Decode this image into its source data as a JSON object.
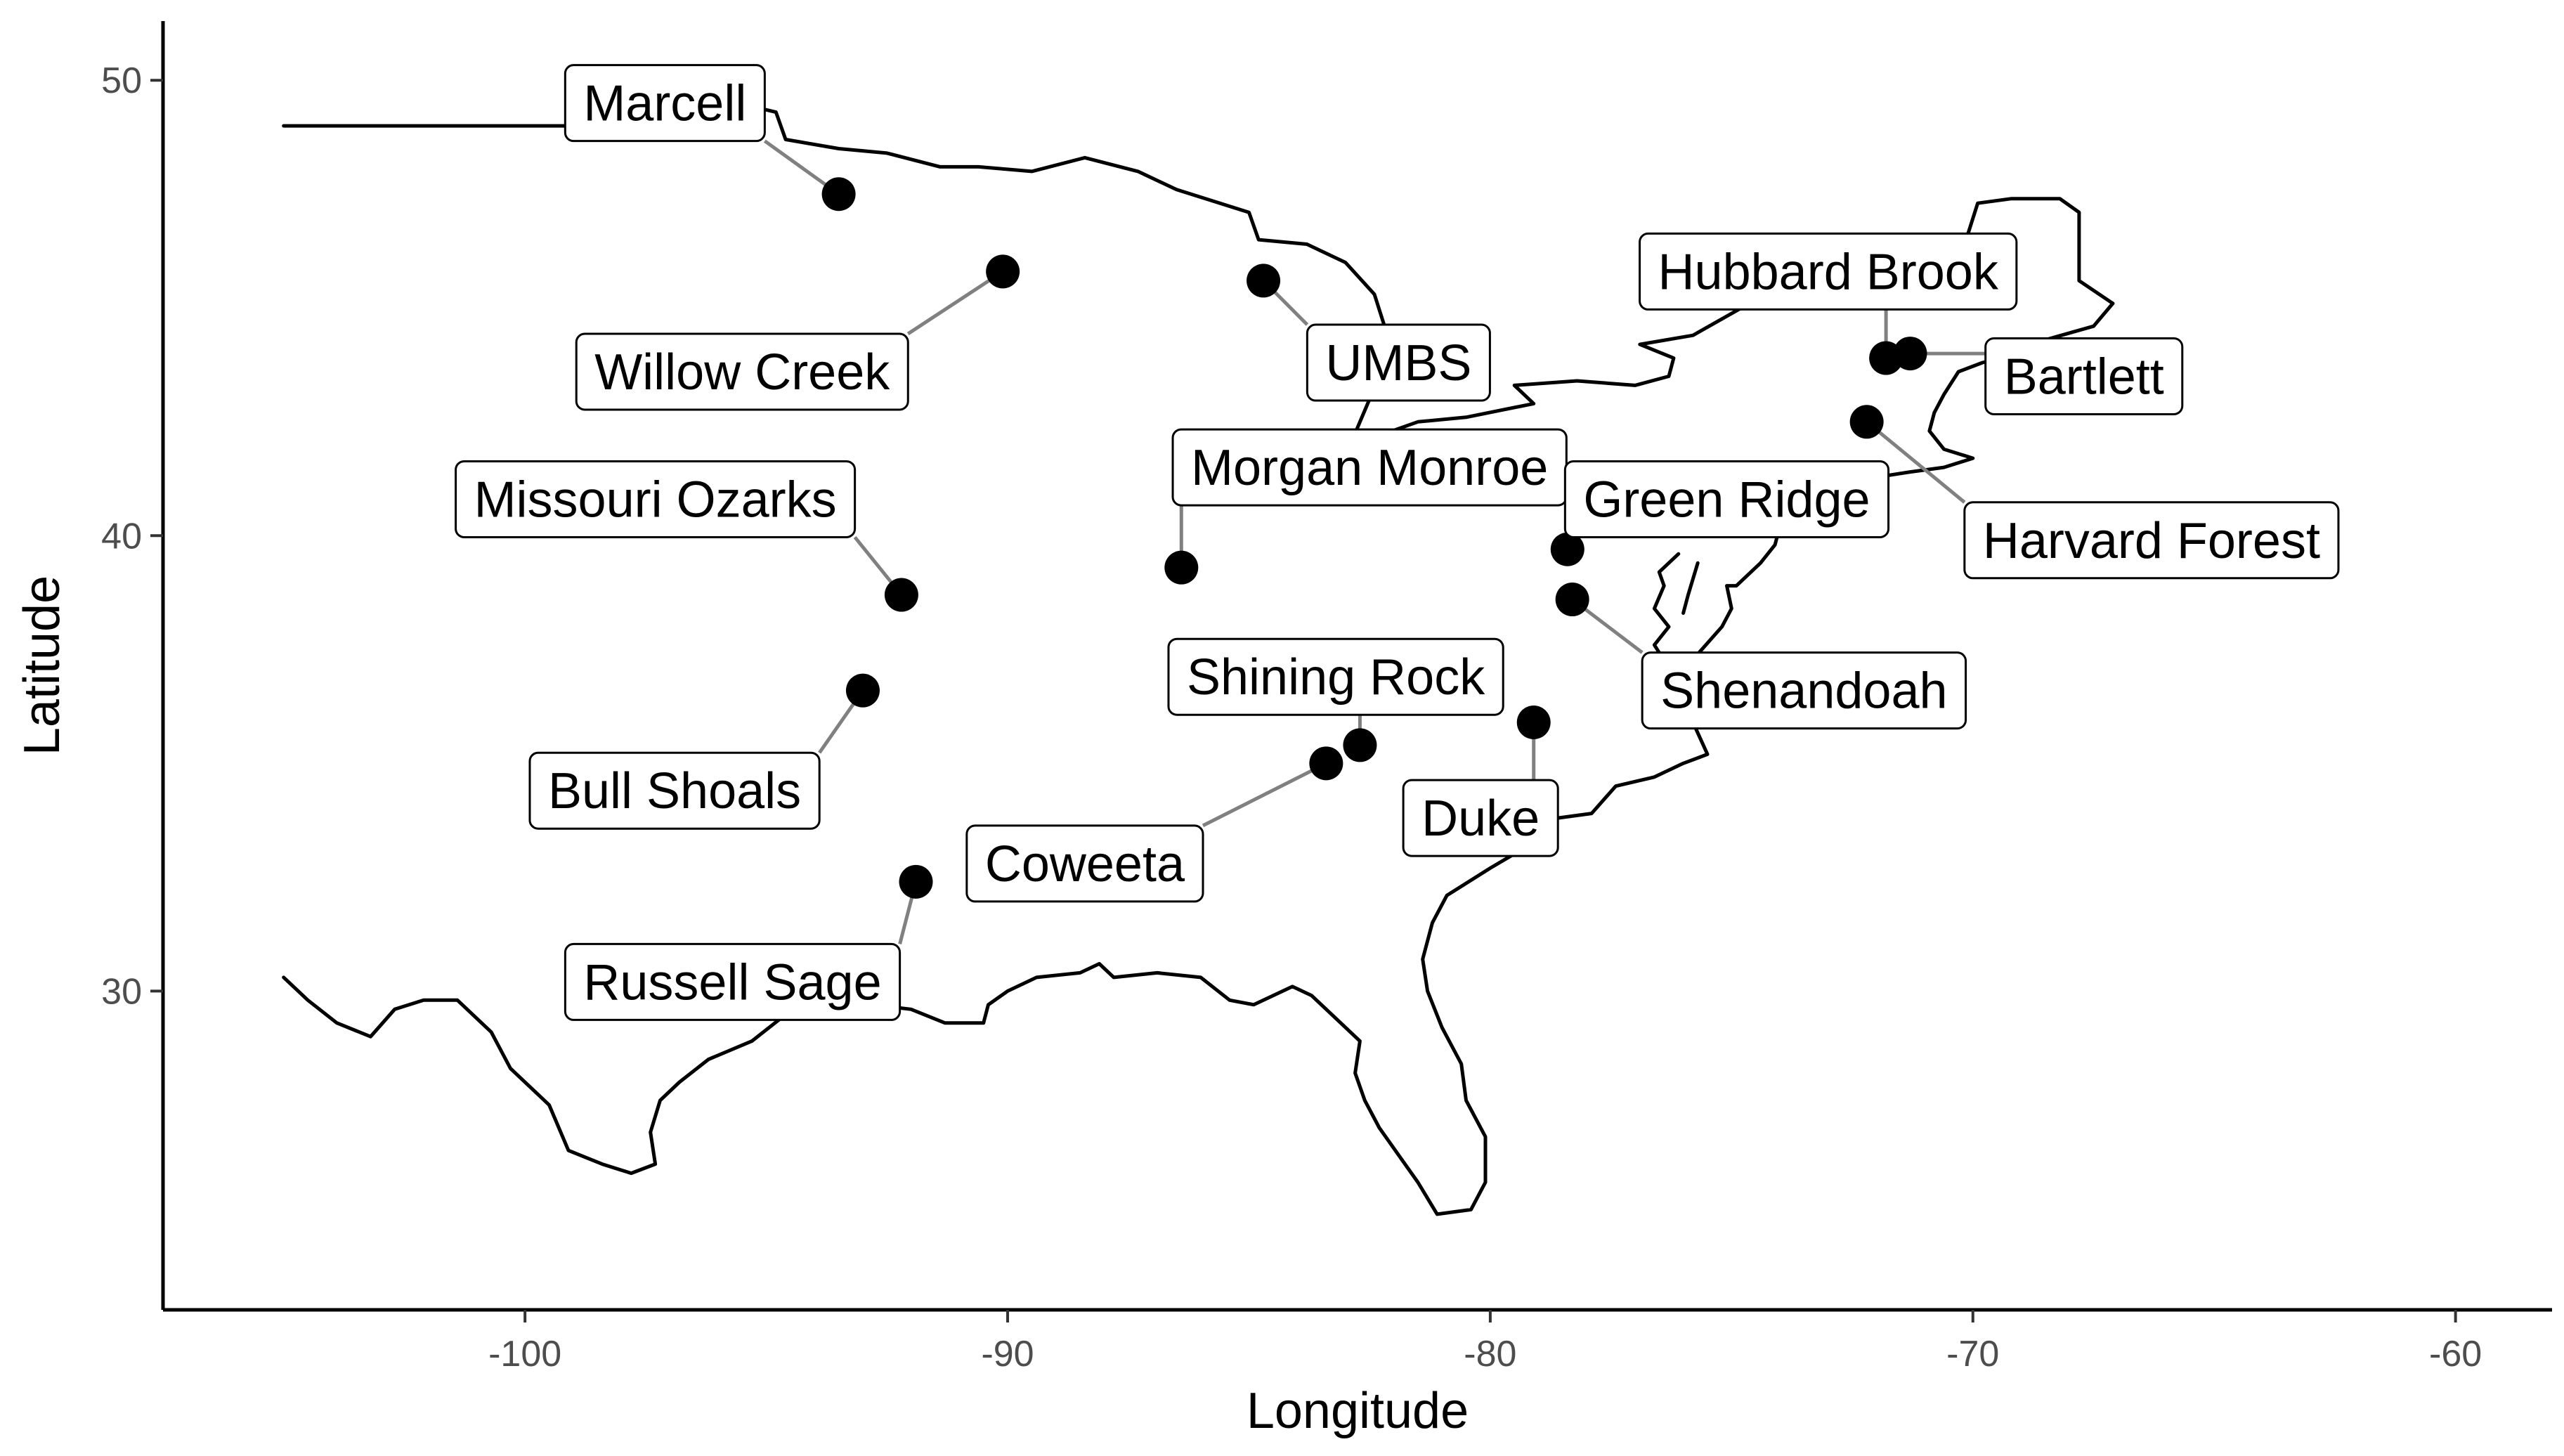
{
  "chart_data": {
    "type": "scatter",
    "xlabel": "Longitude",
    "ylabel": "Latitude",
    "xlim": [
      -107.5,
      -58.0
    ],
    "ylim": [
      23.0,
      51.3
    ],
    "x_ticks": [
      -100,
      -90,
      -80,
      -70,
      -60
    ],
    "y_ticks": [
      30,
      40,
      50
    ],
    "x_tick_labels": [
      "-100",
      "-90",
      "-80",
      "-70",
      "-60"
    ],
    "y_tick_labels": [
      "30",
      "40",
      "50"
    ],
    "grid": false,
    "legend": "none",
    "point_color": "#000000",
    "leader_color": "#808080",
    "outline_color": "#000000",
    "sites": [
      {
        "name": "Marcell",
        "lon": -93.5,
        "lat": 47.5,
        "label_lon": -97.1,
        "label_lat": 49.5
      },
      {
        "name": "Willow Creek",
        "lon": -90.1,
        "lat": 45.8,
        "label_lon": -95.5,
        "label_lat": 43.6
      },
      {
        "name": "UMBS",
        "lon": -84.7,
        "lat": 45.6,
        "label_lon": -81.9,
        "label_lat": 43.8
      },
      {
        "name": "Hubbard Brook",
        "lon": -71.8,
        "lat": 43.9,
        "label_lon": -73.0,
        "label_lat": 45.8
      },
      {
        "name": "Bartlett",
        "lon": -71.3,
        "lat": 44.0,
        "label_lon": -67.7,
        "label_lat": 43.5
      },
      {
        "name": "Morgan Monroe",
        "lon": -86.4,
        "lat": 39.3,
        "label_lon": -82.5,
        "label_lat": 41.5
      },
      {
        "name": "Missouri Ozarks",
        "lon": -92.2,
        "lat": 38.7,
        "label_lon": -97.3,
        "label_lat": 40.8
      },
      {
        "name": "Harvard Forest",
        "lon": -72.2,
        "lat": 42.5,
        "label_lon": -66.3,
        "label_lat": 39.9
      },
      {
        "name": "Green Ridge",
        "lon": -78.4,
        "lat": 39.7,
        "label_lon": -75.1,
        "label_lat": 40.8
      },
      {
        "name": "Shenandoah",
        "lon": -78.3,
        "lat": 38.6,
        "label_lon": -73.5,
        "label_lat": 36.6
      },
      {
        "name": "Shining Rock",
        "lon": -82.7,
        "lat": 35.4,
        "label_lon": -83.2,
        "label_lat": 36.9
      },
      {
        "name": "Bull Shoals",
        "lon": -93.0,
        "lat": 36.6,
        "label_lon": -96.9,
        "label_lat": 34.4
      },
      {
        "name": "Coweeta",
        "lon": -83.4,
        "lat": 35.0,
        "label_lon": -88.4,
        "label_lat": 32.8
      },
      {
        "name": "Duke",
        "lon": -79.1,
        "lat": 35.9,
        "label_lon": -80.2,
        "label_lat": 33.8
      },
      {
        "name": "Russell Sage",
        "lon": -91.9,
        "lat": 32.4,
        "label_lon": -95.7,
        "label_lat": 30.2
      }
    ],
    "outline": [
      [
        [
          -105.0,
          49.0
        ],
        [
          -95.2,
          49.0
        ],
        [
          -95.2,
          49.4
        ],
        [
          -94.8,
          49.3
        ],
        [
          -94.6,
          48.7
        ],
        [
          -93.5,
          48.5
        ],
        [
          -92.5,
          48.4
        ],
        [
          -91.4,
          48.1
        ],
        [
          -90.6,
          48.1
        ],
        [
          -89.5,
          48.0
        ],
        [
          -88.4,
          48.3
        ],
        [
          -87.3,
          48.0
        ],
        [
          -86.5,
          47.6
        ],
        [
          -85.0,
          47.1
        ],
        [
          -84.8,
          46.5
        ],
        [
          -83.8,
          46.4
        ],
        [
          -83.0,
          46.0
        ],
        [
          -82.4,
          45.3
        ],
        [
          -82.1,
          44.3
        ],
        [
          -81.8,
          43.8
        ],
        [
          -82.5,
          43.0
        ],
        [
          -82.9,
          42.0
        ],
        [
          -83.1,
          41.9
        ],
        [
          -81.5,
          42.5
        ],
        [
          -80.5,
          42.6
        ],
        [
          -79.1,
          42.9
        ],
        [
          -79.5,
          43.3
        ],
        [
          -78.2,
          43.4
        ],
        [
          -77.0,
          43.3
        ],
        [
          -76.3,
          43.5
        ],
        [
          -76.2,
          43.9
        ],
        [
          -76.9,
          44.2
        ],
        [
          -75.8,
          44.4
        ],
        [
          -74.8,
          45.0
        ],
        [
          -71.5,
          45.0
        ],
        [
          -71.1,
          45.3
        ],
        [
          -70.6,
          45.5
        ],
        [
          -70.2,
          46.3
        ],
        [
          -69.9,
          47.3
        ],
        [
          -69.2,
          47.4
        ],
        [
          -68.2,
          47.4
        ],
        [
          -67.8,
          47.1
        ],
        [
          -67.8,
          45.6
        ],
        [
          -67.1,
          45.1
        ]
      ],
      [
        [
          -67.1,
          45.1
        ],
        [
          -67.5,
          44.6
        ],
        [
          -68.5,
          44.3
        ],
        [
          -69.0,
          44.0
        ],
        [
          -69.8,
          43.8
        ],
        [
          -70.3,
          43.6
        ],
        [
          -70.6,
          43.1
        ],
        [
          -70.8,
          42.7
        ],
        [
          -70.9,
          42.3
        ],
        [
          -70.6,
          41.9
        ],
        [
          -70.0,
          41.7
        ],
        [
          -70.6,
          41.5
        ],
        [
          -71.3,
          41.4
        ],
        [
          -72.5,
          41.2
        ],
        [
          -73.7,
          40.9
        ],
        [
          -74.0,
          40.6
        ],
        [
          -74.0,
          40.2
        ],
        [
          -74.1,
          39.8
        ],
        [
          -74.4,
          39.4
        ],
        [
          -74.9,
          38.9
        ],
        [
          -75.1,
          38.9
        ],
        [
          -75.0,
          38.4
        ],
        [
          -75.2,
          38.0
        ],
        [
          -75.7,
          37.4
        ],
        [
          -75.9,
          37.1
        ],
        [
          -76.0,
          36.9
        ],
        [
          -75.9,
          36.5
        ],
        [
          -75.8,
          35.9
        ],
        [
          -75.5,
          35.2
        ],
        [
          -76.0,
          35.0
        ],
        [
          -76.6,
          34.7
        ],
        [
          -77.4,
          34.5
        ],
        [
          -77.9,
          33.9
        ],
        [
          -78.6,
          33.8
        ],
        [
          -79.2,
          33.2
        ],
        [
          -80.0,
          32.7
        ],
        [
          -80.9,
          32.1
        ],
        [
          -81.2,
          31.5
        ],
        [
          -81.4,
          30.7
        ],
        [
          -81.3,
          30.0
        ],
        [
          -81.0,
          29.2
        ],
        [
          -80.6,
          28.4
        ],
        [
          -80.5,
          27.6
        ],
        [
          -80.1,
          26.8
        ],
        [
          -80.1,
          25.8
        ],
        [
          -80.4,
          25.2
        ],
        [
          -81.1,
          25.1
        ],
        [
          -81.5,
          25.8
        ],
        [
          -81.9,
          26.4
        ],
        [
          -82.3,
          27.0
        ],
        [
          -82.6,
          27.6
        ],
        [
          -82.8,
          28.2
        ],
        [
          -82.7,
          28.9
        ],
        [
          -83.1,
          29.3
        ],
        [
          -83.7,
          29.9
        ],
        [
          -84.1,
          30.1
        ],
        [
          -84.9,
          29.7
        ],
        [
          -85.4,
          29.8
        ],
        [
          -86.0,
          30.3
        ],
        [
          -86.9,
          30.4
        ],
        [
          -87.8,
          30.3
        ],
        [
          -88.1,
          30.6
        ],
        [
          -88.5,
          30.4
        ],
        [
          -89.4,
          30.3
        ],
        [
          -89.6,
          30.2
        ],
        [
          -90.0,
          30.0
        ],
        [
          -90.4,
          29.7
        ],
        [
          -90.5,
          29.3
        ],
        [
          -91.3,
          29.3
        ],
        [
          -92.0,
          29.6
        ],
        [
          -92.8,
          29.7
        ],
        [
          -93.8,
          29.7
        ],
        [
          -94.7,
          29.4
        ],
        [
          -95.3,
          28.9
        ],
        [
          -96.2,
          28.5
        ],
        [
          -96.8,
          28.0
        ],
        [
          -97.2,
          27.6
        ],
        [
          -97.4,
          26.9
        ],
        [
          -97.3,
          26.2
        ],
        [
          -97.8,
          26.0
        ],
        [
          -98.4,
          26.2
        ],
        [
          -99.1,
          26.5
        ],
        [
          -99.5,
          27.5
        ],
        [
          -100.3,
          28.3
        ],
        [
          -100.7,
          29.1
        ],
        [
          -101.4,
          29.8
        ],
        [
          -102.1,
          29.8
        ],
        [
          -102.7,
          29.6
        ],
        [
          -103.2,
          29.0
        ],
        [
          -103.9,
          29.3
        ],
        [
          -104.5,
          29.8
        ],
        [
          -105.0,
          30.3
        ]
      ],
      [
        [
          -76.1,
          39.6
        ],
        [
          -76.5,
          39.2
        ],
        [
          -76.4,
          38.9
        ],
        [
          -76.6,
          38.4
        ],
        [
          -76.3,
          38.0
        ],
        [
          -76.6,
          37.6
        ],
        [
          -76.3,
          37.1
        ]
      ],
      [
        [
          -76.0,
          38.3
        ],
        [
          -75.9,
          38.7
        ],
        [
          -75.7,
          39.4
        ]
      ]
    ]
  }
}
